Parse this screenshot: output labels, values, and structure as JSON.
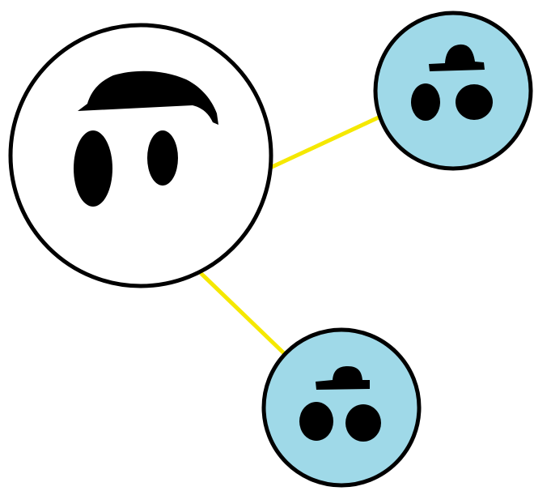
{
  "diagram": {
    "background_color": "#ffffff",
    "connector_color": "#f5e800",
    "outline_color": "#000000",
    "feature_color": "#000000",
    "nodes": [
      {
        "id": "main",
        "fill": "#ffffff",
        "icon": "face-with-eyebrow-icon"
      },
      {
        "id": "child-1",
        "fill": "#9fd9e8",
        "icon": "face-with-hat-icon"
      },
      {
        "id": "child-2",
        "fill": "#9fd9e8",
        "icon": "face-with-hat-icon"
      }
    ],
    "edges": [
      {
        "from": "main",
        "to": "child-1"
      },
      {
        "from": "main",
        "to": "child-2"
      }
    ]
  }
}
